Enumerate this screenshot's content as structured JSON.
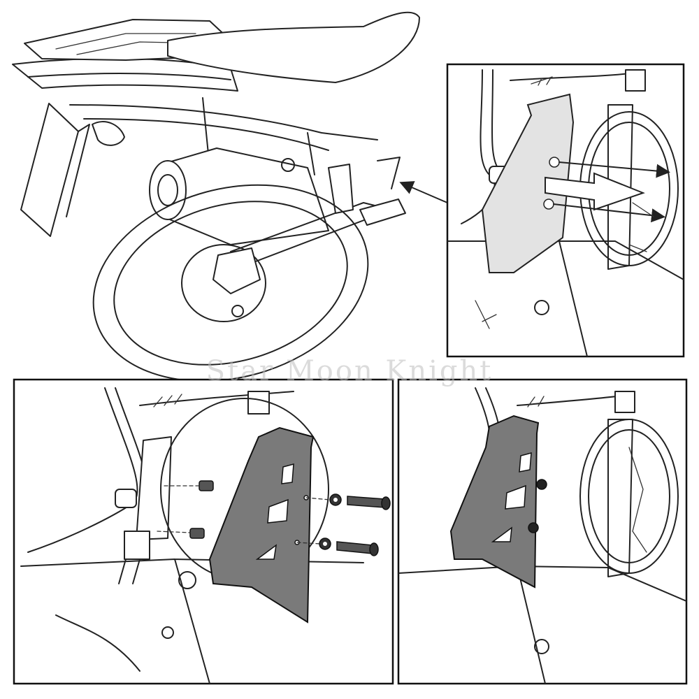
{
  "watermark": {
    "text": "Star Moon Knight"
  },
  "colors": {
    "line": "#222222",
    "plate_light": "#e3e3e3",
    "plate_dark": "#7a7a7a",
    "background": "#ffffff"
  },
  "panels": [
    {
      "id": "overview",
      "content": "rear-motorcycle-overview"
    },
    {
      "id": "detail-mount-points",
      "content": "frame-with-guard-outline-and-arrows"
    },
    {
      "id": "step-exploded",
      "content": "guard-spacers-and-bolts-exploded"
    },
    {
      "id": "step-installed",
      "content": "guard-installed"
    }
  ]
}
